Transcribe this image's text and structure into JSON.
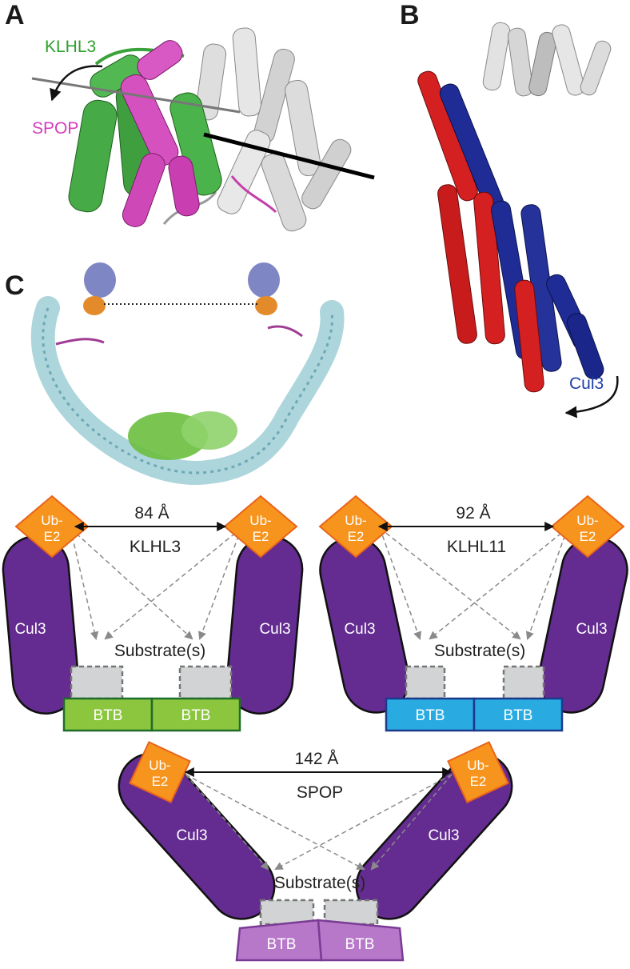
{
  "panels": {
    "a": "A",
    "b": "B",
    "c": "C"
  },
  "panel_a": {
    "klhl3_label": "KLHL3",
    "spop_label": "SPOP",
    "colors": {
      "klhl3": "#3aa23a",
      "spop": "#d040b8",
      "partner": "#d9d9d9"
    }
  },
  "panel_b": {
    "cul3_label": "Cul3",
    "colors": {
      "state1": "#d42020",
      "state2": "#1f2c96",
      "partner": "#d9d9d9"
    }
  },
  "schematics": [
    {
      "id": "klhl3",
      "adaptor": "KLHL3",
      "distance": "84 Å",
      "ub_e2": [
        "Ub-",
        "E2"
      ],
      "cul3": "Cul3",
      "substrate": "Substrate(s)",
      "btb": [
        "BTB",
        "BTB"
      ],
      "btb_fill": "#8cc63f",
      "btb_border": "#1f6d2a"
    },
    {
      "id": "klhl11",
      "adaptor": "KLHL11",
      "distance": "92 Å",
      "ub_e2": [
        "Ub-",
        "E2"
      ],
      "cul3": "Cul3",
      "substrate": "Substrate(s)",
      "btb": [
        "BTB",
        "BTB"
      ],
      "btb_fill": "#29abe2",
      "btb_border": "#1b3a8c"
    },
    {
      "id": "spop",
      "adaptor": "SPOP",
      "distance": "142 Å",
      "ub_e2": [
        "Ub-",
        "E2"
      ],
      "cul3": "Cul3",
      "substrate": "Substrate(s)",
      "btb": [
        "BTB",
        "BTB"
      ],
      "btb_fill": "#b778c9",
      "btb_border": "#7a3b94"
    }
  ],
  "colors": {
    "cul3": "#642c91",
    "ub_e2": "#f7941d",
    "ub_e2_border": "#e8641b",
    "substrate": "#d1d3d4"
  }
}
